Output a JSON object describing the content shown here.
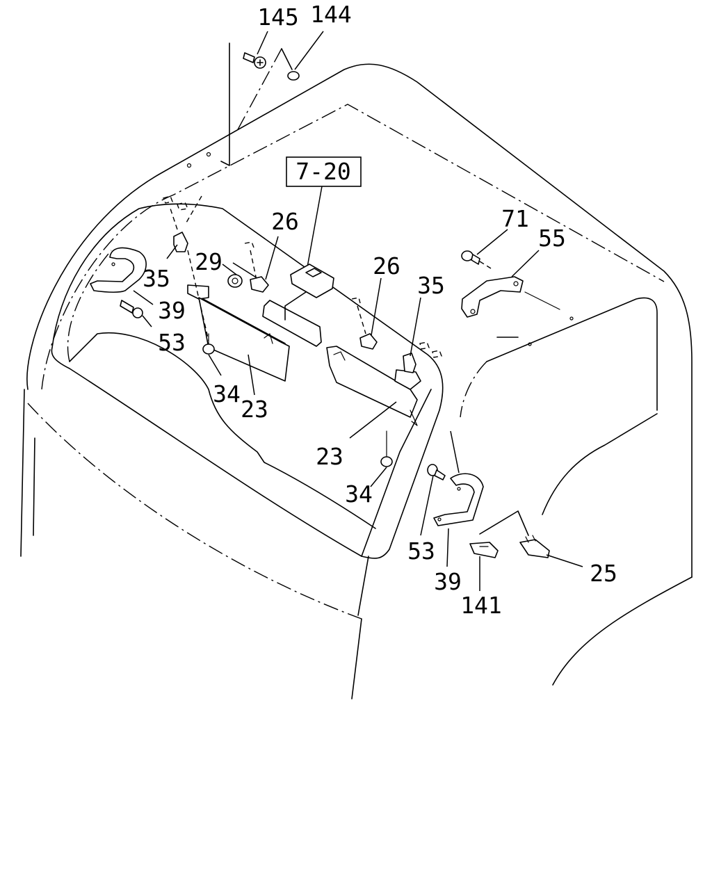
{
  "diagram": {
    "reference_box": "7-20",
    "callouts": {
      "c145": "145",
      "c144": "144",
      "c26a": "26",
      "c26b": "26",
      "c71": "71",
      "c55": "55",
      "c29": "29",
      "c35a": "35",
      "c35b": "35",
      "c39a": "39",
      "c53a": "53",
      "c34a": "34",
      "c23a": "23",
      "c23b": "23",
      "c34b": "34",
      "c53b": "53",
      "c39b": "39",
      "c141": "141",
      "c25": "25"
    }
  }
}
